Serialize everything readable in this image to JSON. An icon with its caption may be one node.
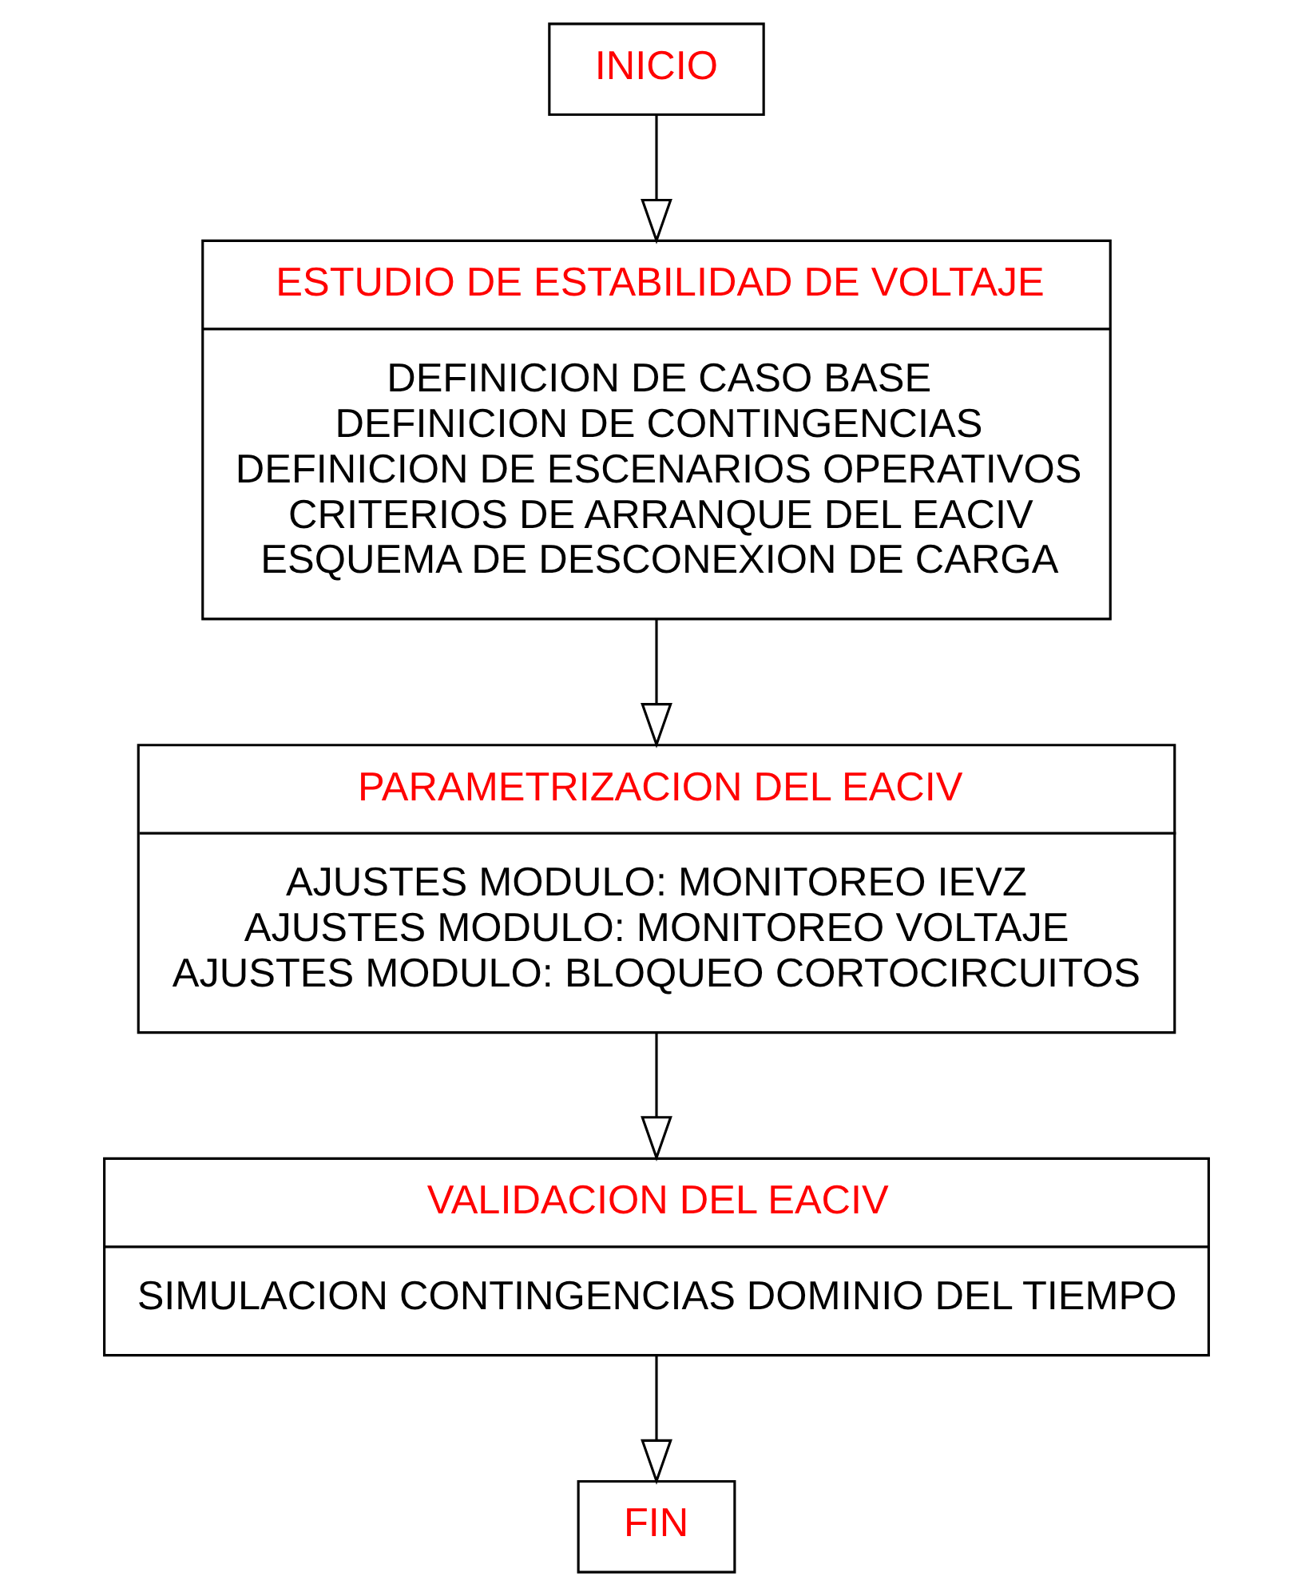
{
  "diagram": {
    "nodes": [
      {
        "text": [
          "INICIO"
        ]
      },
      {
        "text": [
          "ESTUDIO DE ESTABILIDAD DE VOLTAJE",
          "DEFINICION DE CASO BASE",
          "DEFINICION DE CONTINGENCIAS",
          "DEFINICION DE ESCENARIOS OPERATIVOS",
          "CRITERIOS DE ARRANQUE DEL EACIV",
          "ESQUEMA DE DESCONEXION DE CARGA"
        ]
      },
      {
        "text": [
          "PARAMETRIZACION DEL EACIV",
          "AJUSTES MODULO: MONITOREO IEVZ",
          "AJUSTES MODULO: MONITOREO VOLTAJE",
          "AJUSTES MODULO: BLOQUEO CORTOCIRCUITOS"
        ]
      },
      {
        "text": [
          "VALIDACION DEL EACIV",
          "SIMULACION CONTINGENCIAS DOMINIO DEL TIEMPO"
        ]
      },
      {
        "text": [
          "FIN"
        ]
      }
    ],
    "edges": [
      {
        "from": 0,
        "to": 1,
        "arrow": "to"
      },
      {
        "from": 1,
        "to": 2,
        "arrow": "to"
      },
      {
        "from": 2,
        "to": 3,
        "arrow": "to"
      },
      {
        "from": 3,
        "to": 4,
        "arrow": "to"
      }
    ]
  }
}
